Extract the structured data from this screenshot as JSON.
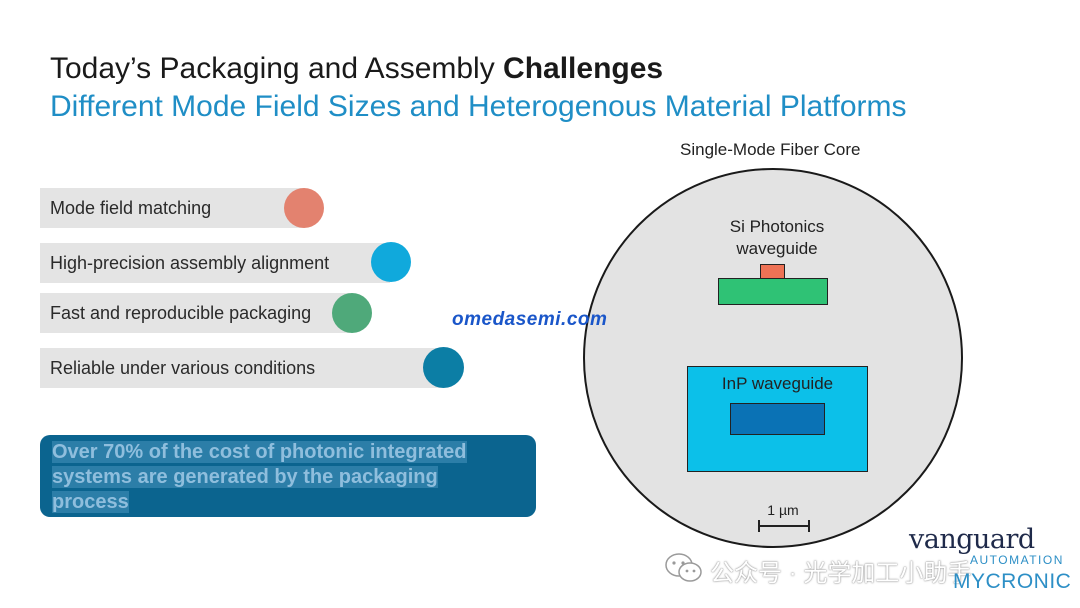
{
  "header": {
    "title_prefix": "Today’s Packaging and Assembly ",
    "title_bold": "Challenges",
    "subtitle": "Different Mode Field Sizes and Heterogenous Material Platforms"
  },
  "challenges": [
    {
      "label": "Mode field matching",
      "color": "#e3826f"
    },
    {
      "label": "High-precision assembly alignment",
      "color": "#10a9dc"
    },
    {
      "label": "Fast and reproducible packaging",
      "color": "#4fa97a"
    },
    {
      "label": "Reliable under various conditions",
      "color": "#0c7ea5"
    }
  ],
  "callout": {
    "line1": "Over 70% of the cost of photonic integrated",
    "line2": "systems are generated by the packaging",
    "line3": "process"
  },
  "diagram": {
    "fiber_label": "Single-Mode Fiber Core",
    "si_label_line1": "Si Photonics",
    "si_label_line2": "waveguide",
    "inp_label": "InP waveguide",
    "scale_label": "1 µm"
  },
  "watermark": {
    "site": "omedasemi.com",
    "wechat": "公众号 · 光学加工小助手"
  },
  "logo": {
    "vanguard": "vanguard",
    "automation": "AUTOMATION",
    "mycronic": "MYCRONIC"
  }
}
